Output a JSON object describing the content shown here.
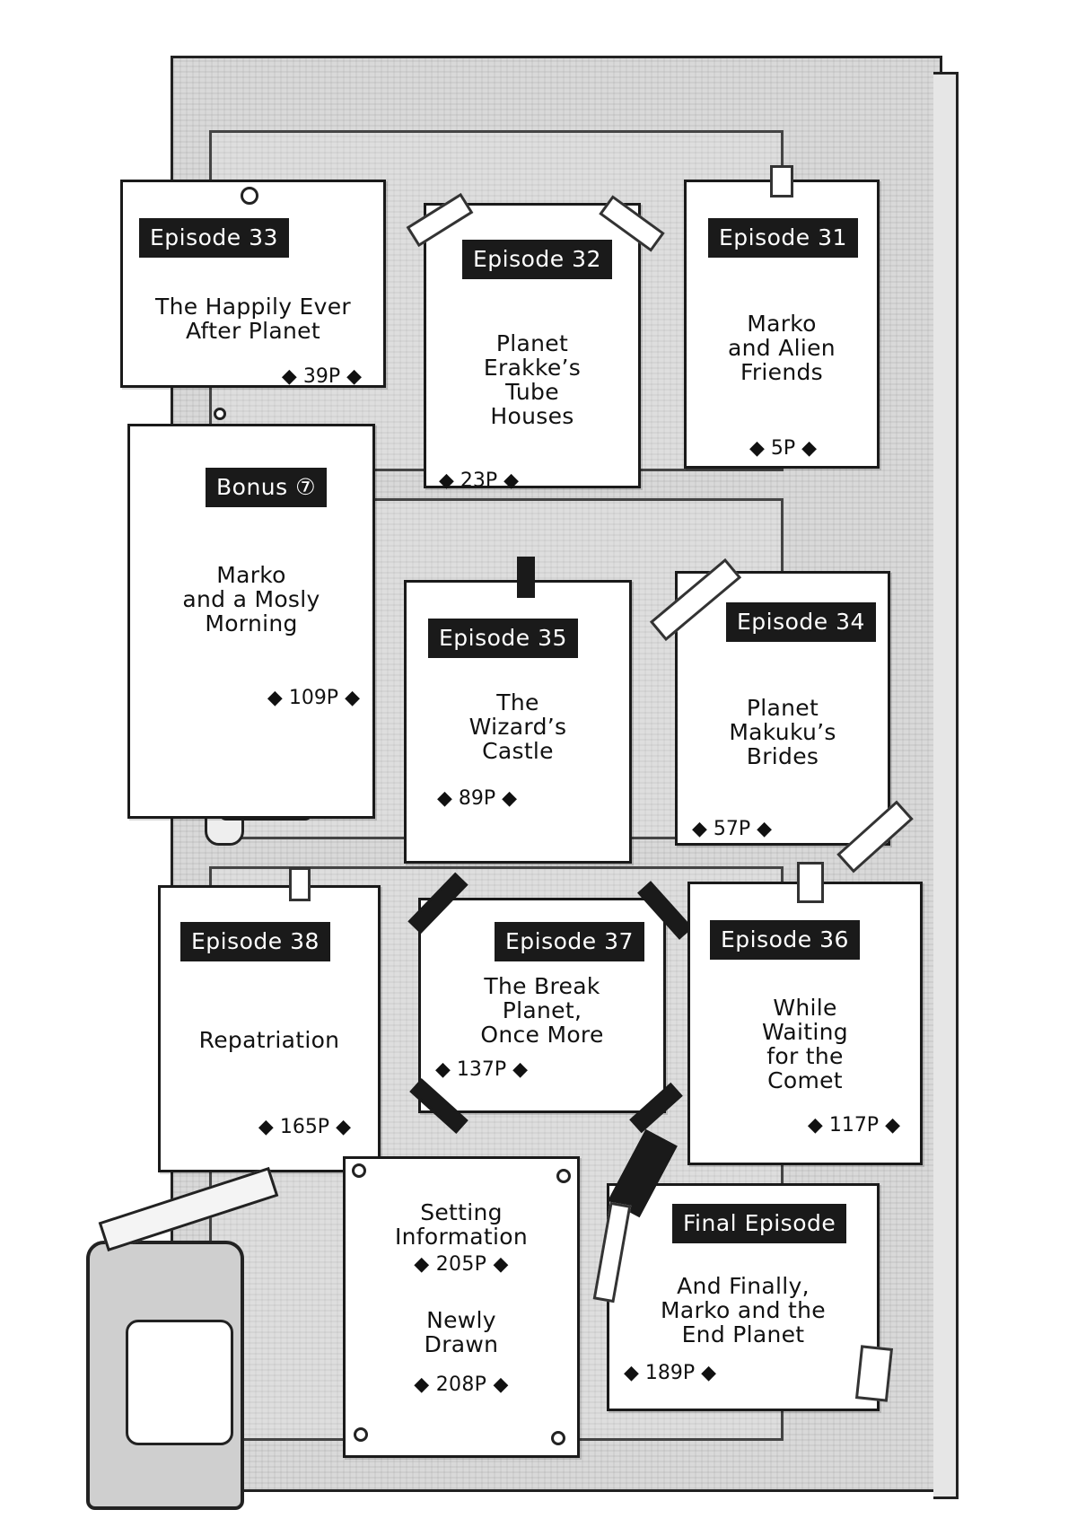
{
  "notes": {
    "ep33": {
      "tag": "Episode 33",
      "title": "The Happily Ever\nAfter Planet",
      "page": "◆ 39P ◆"
    },
    "ep32": {
      "tag": "Episode 32",
      "title": "Planet\nErakke’s\nTube\nHouses",
      "page": "◆ 23P ◆"
    },
    "ep31": {
      "tag": "Episode 31",
      "title": "Marko\nand Alien\nFriends",
      "page": "◆ 5P ◆"
    },
    "bonus7": {
      "tag": "Bonus ⑦",
      "title": "Marko\nand a Mosly\nMorning",
      "page": "◆ 109P ◆"
    },
    "ep35": {
      "tag": "Episode 35",
      "title": "The\nWizard’s\nCastle",
      "page": "◆ 89P ◆"
    },
    "ep34": {
      "tag": "Episode 34",
      "title": "Planet\nMakuku’s\nBrides",
      "page": "◆ 57P ◆"
    },
    "ep38": {
      "tag": "Episode 38",
      "title": "Repatriation",
      "page": "◆ 165P ◆"
    },
    "ep37": {
      "tag": "Episode 37",
      "title": "The Break\nPlanet,\nOnce More",
      "page": "◆ 137P ◆"
    },
    "ep36": {
      "tag": "Episode 36",
      "title": "While\nWaiting\nfor the\nComet",
      "page": "◆ 117P ◆"
    },
    "extras": {
      "setting_title": "Setting\nInformation",
      "setting_page": "◆ 205P ◆",
      "newly_title": "Newly\nDrawn",
      "newly_page": "◆ 208P ◆"
    },
    "final": {
      "tag": "Final Episode",
      "title": "And Finally,\nMarko and the\nEnd Planet",
      "page": "◆ 189P ◆"
    }
  },
  "colors": {
    "ink": "#1a1a1a",
    "paper": "#ffffff",
    "door": "#d9d9d9"
  }
}
